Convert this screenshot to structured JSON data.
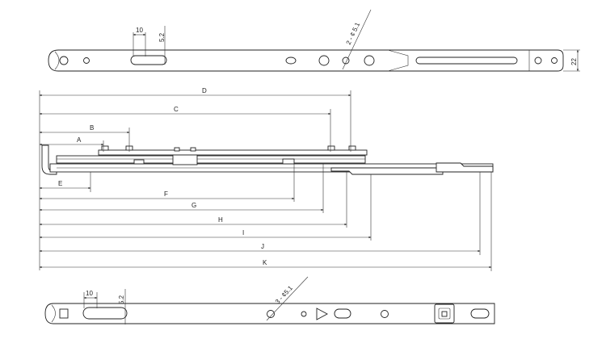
{
  "top_view": {
    "dim_slot_width": "10",
    "dim_slot_height": "5.2",
    "dim_holes": "2 - ¢ 5.1",
    "dim_width": "22"
  },
  "side_view": {
    "dims": [
      "D",
      "C",
      "B",
      "A",
      "E",
      "F",
      "G",
      "H",
      "I",
      "J",
      "K"
    ]
  },
  "bottom_view": {
    "dim_slot_width": "10",
    "dim_slot_height": "5.2",
    "dim_holes": "3 - ¢5.1"
  }
}
